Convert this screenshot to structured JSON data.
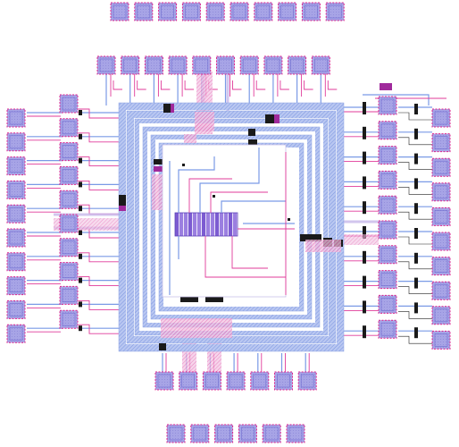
{
  "figure": {
    "kind": "chip-layout",
    "colors": {
      "pad": "#a7a4e6",
      "pad_border": "#e0248c",
      "metal_blue": "#7a9ae6",
      "metal_pink": "#e03b9a",
      "via_black": "#1a1a1a",
      "via_magenta": "#a02a9c"
    },
    "pad_counts": {
      "top_outer": 10,
      "top_inner": 10,
      "left_outer": 10,
      "left_inner": 10,
      "right_inner": 10,
      "right_outer": 10,
      "bottom_inner": 7,
      "bottom_outer": 6
    },
    "power_rings": 6
  }
}
